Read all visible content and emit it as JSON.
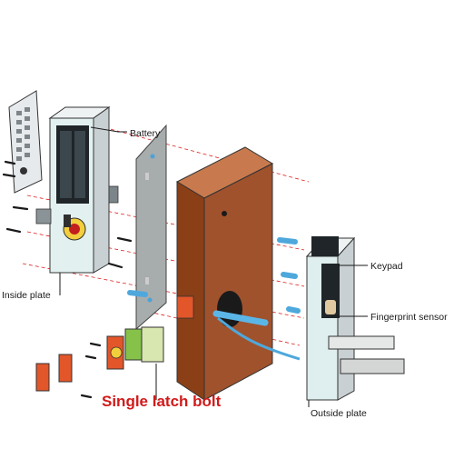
{
  "labels": {
    "battery": "Battery",
    "keypad": "Keypad",
    "fingerprint_sensor": "Fingerprint sensor",
    "inside_plate": "Inside plate",
    "outside_plate": "Outside plate",
    "single_latch_bolt": "Single latch bolt"
  },
  "colors": {
    "latch_label": "#d11a1a",
    "door": "#a0522d",
    "strike_plate": "#e2562a",
    "plate_metal": "#dfe5e7",
    "dowel": "#5bb6e8",
    "ink": "#1a1a1a"
  }
}
